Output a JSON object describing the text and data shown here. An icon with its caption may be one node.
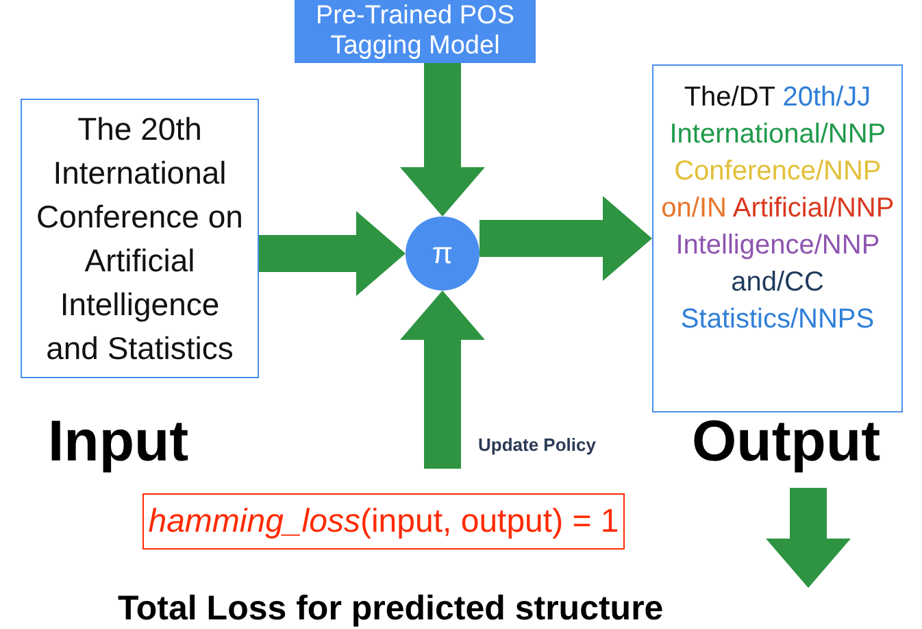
{
  "diagram": {
    "nodes": [
      {
        "text": [
          "Pre-Trained POS Tagging Model"
        ]
      },
      {
        "text": [
          "The 20th International Conference on Artificial Intelligence and Statistics"
        ],
        "beside": [
          "Input"
        ]
      },
      {
        "text": [
          "π"
        ]
      },
      {
        "text": [
          "The/DT",
          "20th/JJ",
          "International/NNP",
          "Conference/NNP",
          "on/IN",
          "Artificial/NNP",
          "Intelligence/NNP",
          "and/CC",
          "Statistics/NNPS"
        ],
        "beside": [
          "Output"
        ]
      },
      {
        "text": [
          "*hamming_loss*(input, output) = 1"
        ]
      },
      {
        "text": [
          "Total Loss for predicted structure"
        ]
      }
    ],
    "edges": [
      {
        "from": 0,
        "to": 2,
        "arrow": "to"
      },
      {
        "from": 1,
        "to": 2,
        "arrow": "to"
      },
      {
        "from": 2,
        "to": 3,
        "arrow": "to"
      },
      {
        "from": null,
        "to": 2,
        "arrow": "to",
        "label": "Update Policy"
      },
      {
        "from": 3,
        "to": 5,
        "arrow": "to"
      }
    ]
  }
}
